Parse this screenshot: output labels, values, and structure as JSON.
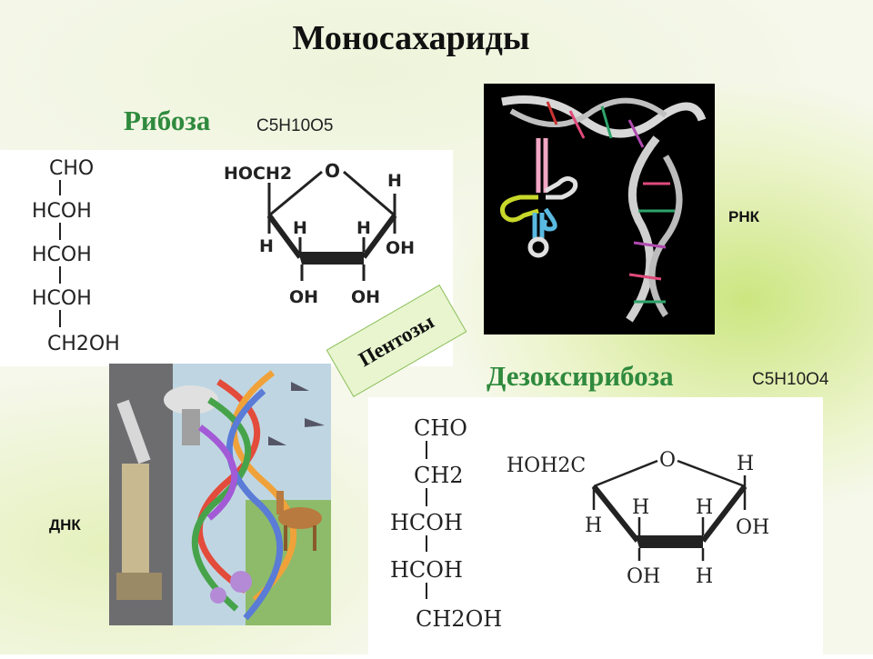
{
  "slide": {
    "title": "Моносахариды",
    "pentose_label": "Пентозы"
  },
  "ribose": {
    "name": "Рибоза",
    "formula": "C5H10O5",
    "open_chain": [
      "CHO",
      "HCOH",
      "HCOH",
      "HCOH",
      "CH2OH"
    ],
    "ring": {
      "substituent_top_left": "HOCH2",
      "ring_oxygen": "O",
      "right_top": "H",
      "left_h": "H",
      "c3_h": "H",
      "c2_h": "H",
      "right_oh": "OH",
      "bottom_left_oh": "OH",
      "bottom_right_oh": "OH"
    }
  },
  "deoxyribose": {
    "name": "Дезоксирибоза",
    "formula": "C5H10O4",
    "open_chain": [
      "CHO",
      "CH2",
      "HCOH",
      "HCOH",
      "CH2OH"
    ],
    "ring": {
      "substituent_top_left": "HOH2C",
      "ring_oxygen": "O",
      "right_top": "H",
      "left_h": "H",
      "c3_h": "H",
      "c2_h": "H",
      "right_oh": "OH",
      "bottom_left_oh": "OH",
      "bottom_right_h": "H"
    }
  },
  "images": {
    "rna_label": "РНК",
    "dna_label": "ДНК"
  }
}
